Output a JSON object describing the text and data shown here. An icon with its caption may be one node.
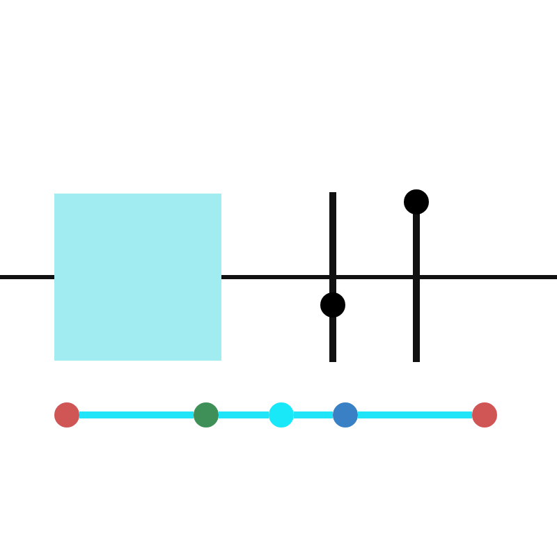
{
  "diagram": {
    "nodes": [
      {
        "text": [],
        "shape": "box"
      },
      {
        "text": [],
        "shape": "circle"
      },
      {
        "text": [],
        "shape": "circle"
      },
      {
        "text": [],
        "shape": "circle"
      },
      {
        "text": [],
        "shape": "circle"
      },
      {
        "text": [],
        "shape": "circle"
      }
    ],
    "edges": [
      {
        "from": 1,
        "to": 2,
        "arrow": "none"
      },
      {
        "from": 2,
        "to": 3,
        "arrow": "none"
      },
      {
        "from": 3,
        "to": 4,
        "arrow": "none"
      },
      {
        "from": 4,
        "to": 5,
        "arrow": "none"
      }
    ]
  }
}
